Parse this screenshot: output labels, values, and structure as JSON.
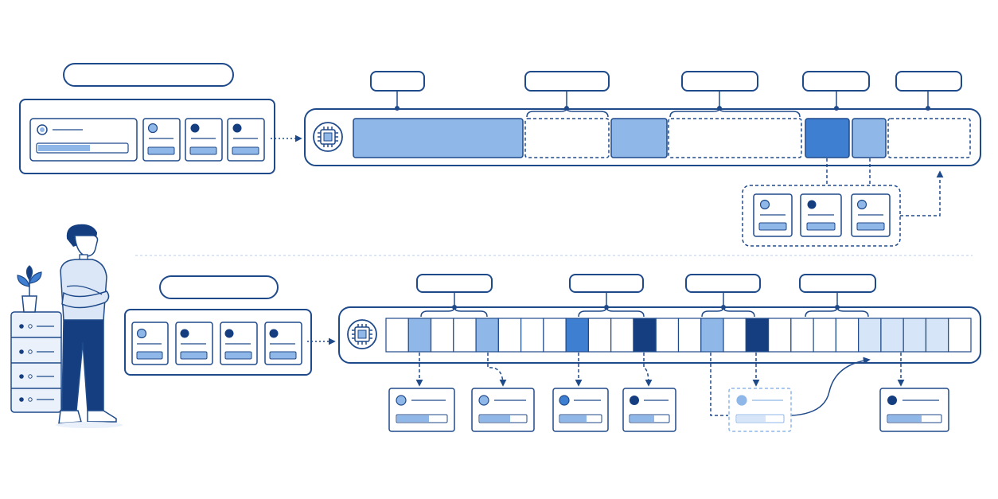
{
  "colors": {
    "outline": "#1f4a8a",
    "navy": "#143e80",
    "mid_blue": "#3f7fd2",
    "light_blue": "#8fb7e8",
    "pale_blue": "#d6e6f8",
    "white": "#ffffff",
    "divider": "#c9d8ec"
  },
  "icons": {
    "processor": "chip-icon",
    "person": "person-illustration",
    "plant": "plant-icon",
    "server": "server-rack-icon"
  },
  "top_row": {
    "label_pill": "",
    "regions": [
      {
        "label": "",
        "state": "filled-light"
      },
      {
        "label": "",
        "state": "empty-dashed"
      },
      {
        "label": "",
        "state": "filled-light"
      },
      {
        "label": "",
        "state": "empty-dashed"
      },
      {
        "label": "",
        "state": "filled-mid"
      },
      {
        "label": "",
        "state": "filled-light"
      },
      {
        "label": "",
        "state": "empty-dashed"
      }
    ],
    "callout_labels": [
      "",
      "",
      "",
      "",
      ""
    ]
  },
  "bottom_row": {
    "label_pill": "",
    "slots": [
      "white",
      "light",
      "white",
      "white",
      "light",
      "white",
      "white",
      "white",
      "mid",
      "white",
      "white",
      "navy",
      "white",
      "white",
      "light",
      "white",
      "navy",
      "white",
      "white",
      "white",
      "white",
      "pale",
      "pale",
      "pale",
      "pale",
      "white"
    ],
    "callout_labels": [
      "",
      "",
      "",
      ""
    ]
  }
}
